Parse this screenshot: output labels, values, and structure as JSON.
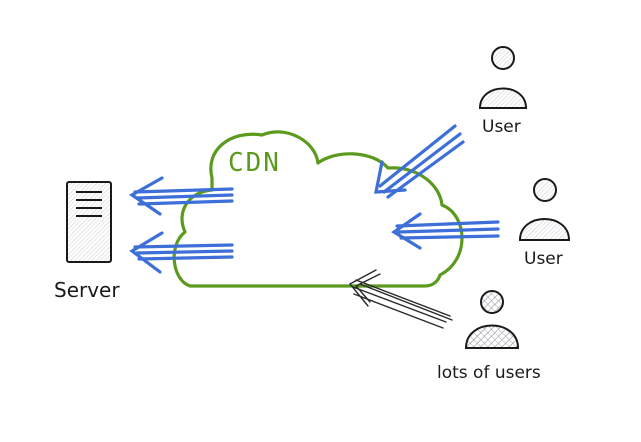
{
  "diagram": {
    "cloud_label": "CDN",
    "server_label": "Server",
    "users": [
      {
        "label": "User",
        "shading": "light"
      },
      {
        "label": "User",
        "shading": "light"
      },
      {
        "label": "lots of users",
        "shading": "dark"
      }
    ]
  },
  "colors": {
    "cloud_stroke": "#5c9a1e",
    "cloud_text": "#5c9a1e",
    "arrow_blue": "#3e6fd8",
    "ink": "#1a1a1a",
    "server_fill": "#eef0f3",
    "hatch": "#b5b9c4"
  }
}
